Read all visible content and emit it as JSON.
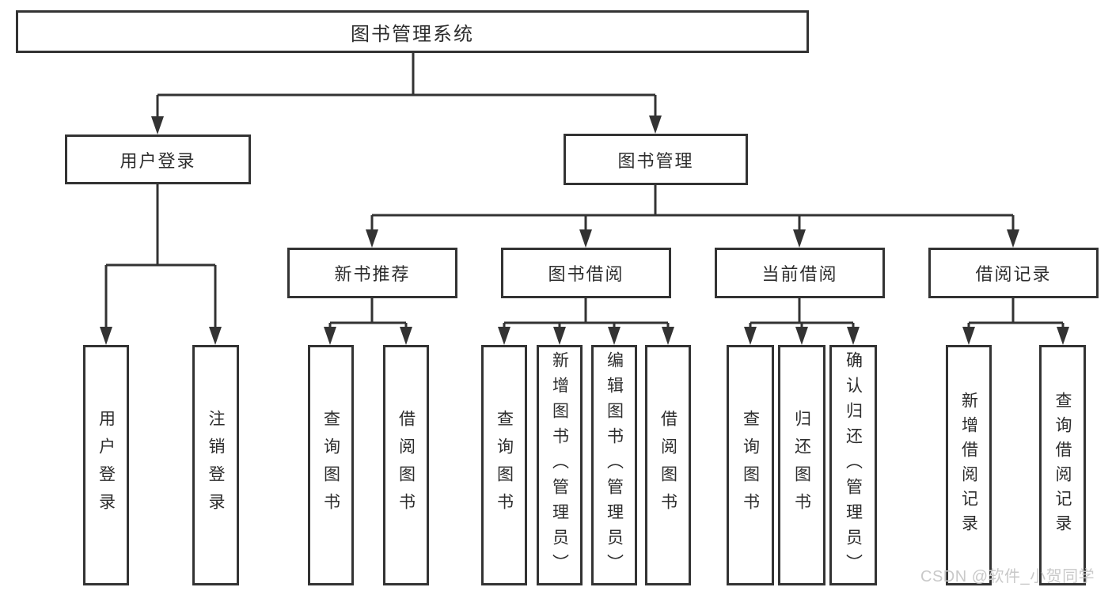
{
  "title": "图书管理系统",
  "nodes": {
    "user_login": "用户登录",
    "book_mgmt": "图书管理",
    "new_books": "新书推荐",
    "book_borrow": "图书借阅",
    "current_borrow": "当前借阅",
    "borrow_records": "借阅记录"
  },
  "leaves": {
    "login": "用户登录",
    "logout": "注销登录",
    "nb_query": "查询图书",
    "nb_borrow": "借阅图书",
    "bb_query": "查询图书",
    "bb_add": "新增图书（管理员）",
    "bb_edit": "编辑图书（管理员）",
    "bb_borrow": "借阅图书",
    "cb_query": "查询图书",
    "cb_return": "归还图书",
    "cb_confirm": "确认归还（管理员）",
    "br_add": "新增借阅记录",
    "br_query": "查询借阅记录"
  },
  "watermark": "CSDN @软件_小贺同学",
  "colors": {
    "line": "#333333",
    "background": "#ffffff",
    "text": "#2d2d2d",
    "watermark": "#c9c9c9"
  }
}
